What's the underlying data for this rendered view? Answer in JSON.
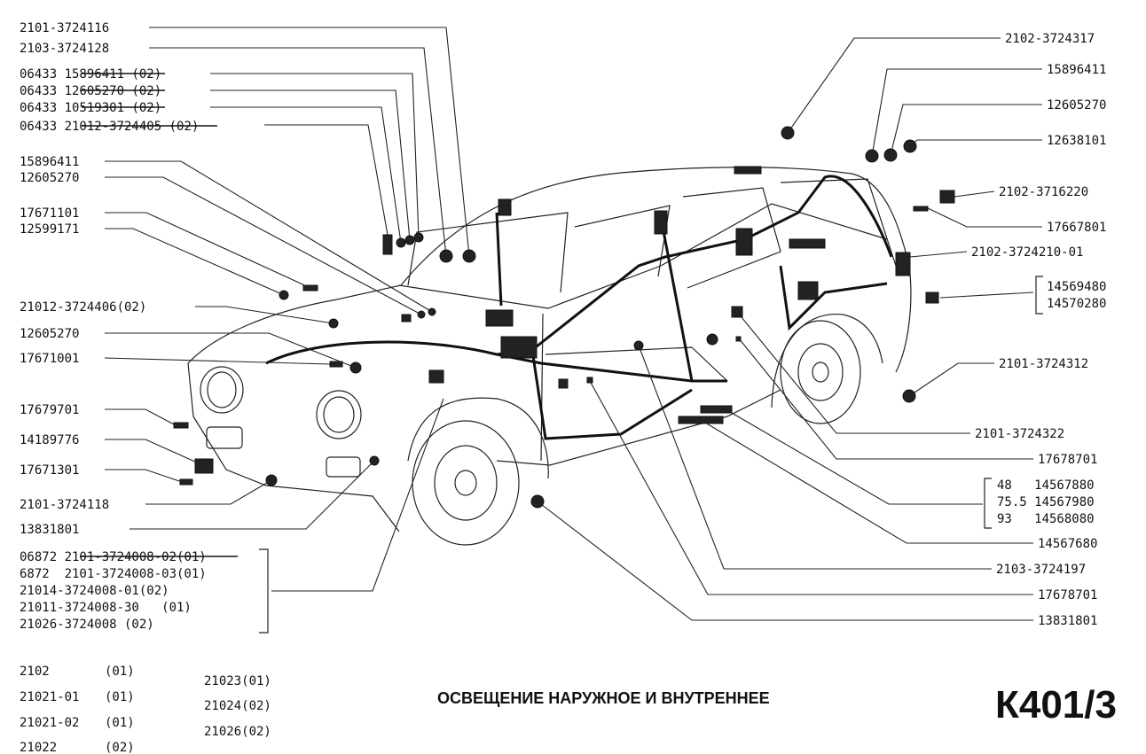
{
  "diagram": {
    "left_callouts": [
      {
        "text": "2101-3724116"
      },
      {
        "text": "2103-3724128"
      },
      {
        "prefix": "06433 ",
        "struck": "15896411",
        "suffix": " (02)"
      },
      {
        "prefix": "06433 ",
        "struck": "12605270",
        "suffix": " (02)"
      },
      {
        "prefix": "06433 ",
        "struck": "10519301",
        "suffix": " (02)"
      },
      {
        "prefix": "06433 ",
        "struck": "21012-3724405",
        "suffix": " (02)"
      },
      {
        "text": "15896411"
      },
      {
        "text": "12605270"
      },
      {
        "text": "17671101"
      },
      {
        "text": "12599171"
      },
      {
        "text": "21012-3724406(02)"
      },
      {
        "text": "12605270"
      },
      {
        "text": "17671001"
      },
      {
        "text": "17679701"
      },
      {
        "text": "14189776"
      },
      {
        "text": "17671301"
      },
      {
        "text": "2101-3724118"
      },
      {
        "text": "13831801"
      }
    ],
    "harness_group": [
      {
        "prefix": "06872 ",
        "struck": "2101-3724008-02",
        "suffix": "(01)"
      },
      {
        "text": "6872  2101-3724008-03(01)"
      },
      {
        "text": "21014-3724008-01(02)"
      },
      {
        "text": "21011-3724008-30   (01)"
      },
      {
        "text": "21026-3724008 (02)"
      }
    ],
    "right_callouts": [
      {
        "text": "2102-3724317"
      },
      {
        "text": "15896411"
      },
      {
        "text": "12605270"
      },
      {
        "text": "12638101"
      },
      {
        "text": "2102-3716220"
      },
      {
        "text": "17667801"
      },
      {
        "text": "2102-3724210-01"
      },
      {
        "text": "2101-3724312"
      },
      {
        "text": "2101-3724322"
      },
      {
        "text": "17678701"
      },
      {
        "text": "14567680"
      },
      {
        "text": "2103-3724197"
      },
      {
        "text": "17678701"
      },
      {
        "text": "13831801"
      }
    ],
    "group_14569": [
      "14569480",
      "14570280"
    ],
    "group_1456": [
      "48   14567880",
      "75.5 14567980",
      "93   14568080"
    ],
    "models_left": [
      {
        "model": "2102",
        "code": "(01)"
      },
      {
        "model": "21021-01",
        "code": "(01)"
      },
      {
        "model": "21021-02",
        "code": "(01)"
      },
      {
        "model": "21022",
        "code": "(02)"
      }
    ],
    "models_right": [
      "21023(01)",
      "21024(02)",
      "21026(02)"
    ],
    "title": "ОСВЕЩЕНИЕ НАРУЖНОЕ И ВНУТРЕННЕЕ",
    "sheet_code": "К401/3"
  }
}
